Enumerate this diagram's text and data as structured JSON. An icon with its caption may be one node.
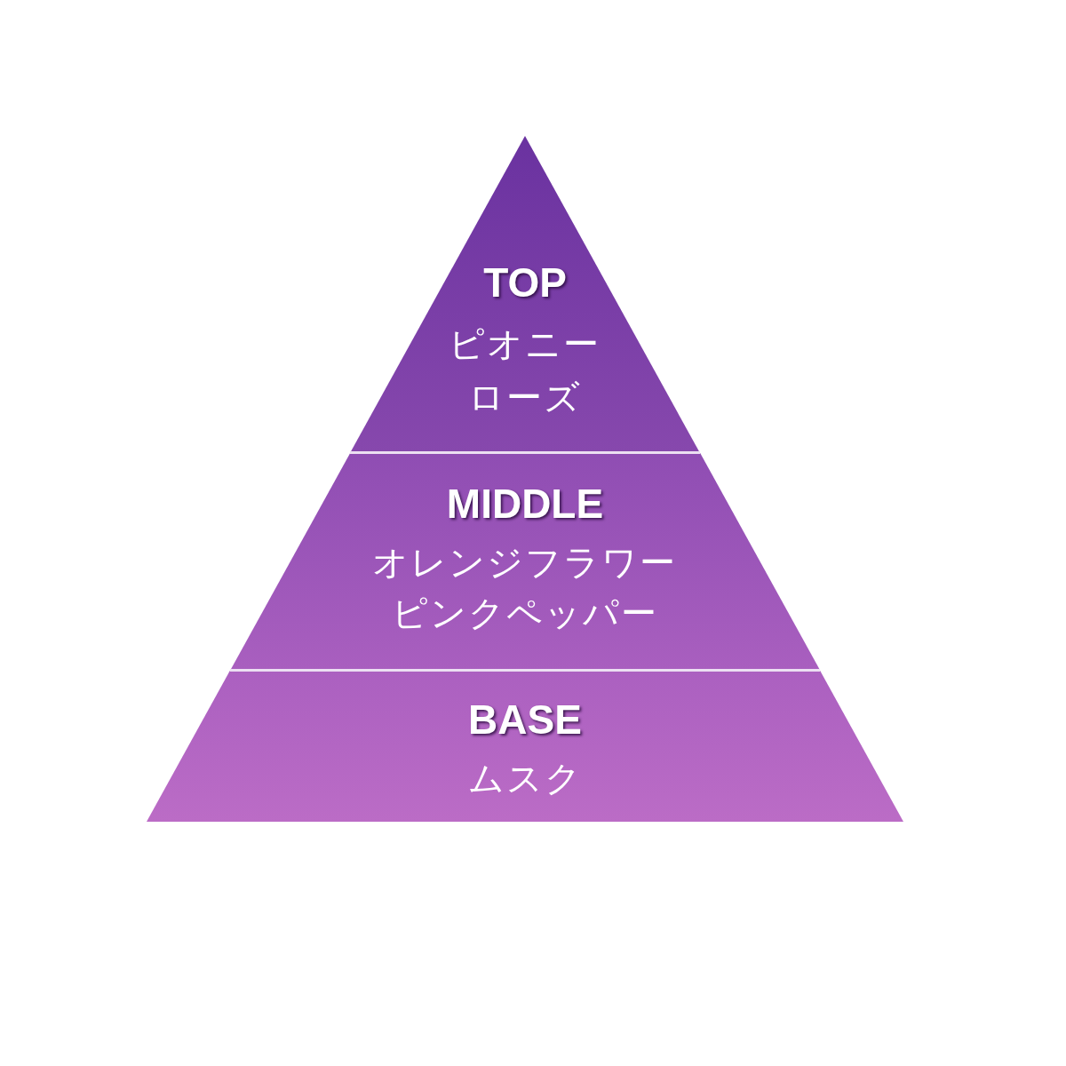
{
  "diagram": {
    "nodes": [
      {
        "text": [
          "TOP",
          "ピオニー",
          "ローズ"
        ]
      },
      {
        "text": [
          "MIDDLE",
          "オレンジフラワー",
          "ピンクペッパー"
        ]
      },
      {
        "text": [
          "BASE",
          "ムスク"
        ]
      }
    ]
  }
}
